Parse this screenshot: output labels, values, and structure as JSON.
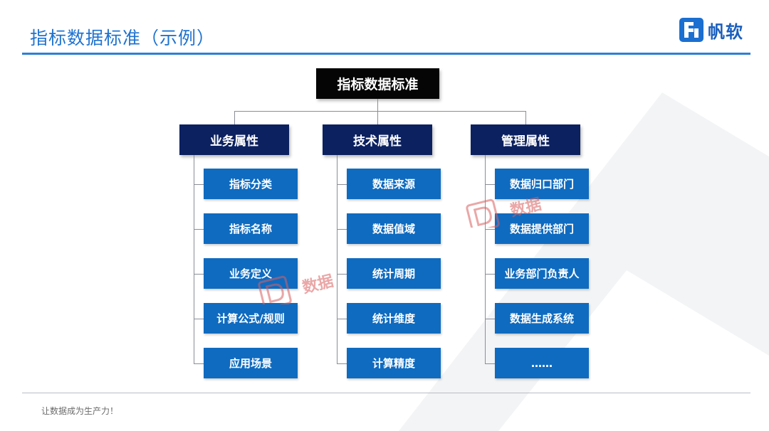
{
  "header": {
    "title": "指标数据标准（示例）",
    "brand": "帆软",
    "brand_icon": "fanruan-logo-icon",
    "accent_color": "#1f73cf"
  },
  "diagram": {
    "root": "指标数据标准",
    "categories": [
      {
        "label": "业务属性",
        "items": [
          "指标分类",
          "指标名称",
          "业务定义",
          "计算公式/规则",
          "应用场景"
        ]
      },
      {
        "label": "技术属性",
        "items": [
          "数据来源",
          "数据值域",
          "统计周期",
          "统计维度",
          "计算精度"
        ]
      },
      {
        "label": "管理属性",
        "items": [
          "数据归口部门",
          "数据提供部门",
          "业务部门负责人",
          "数据生成系统",
          "……"
        ]
      }
    ],
    "colors": {
      "root": "#050505",
      "category": "#0c2160",
      "item": "#0f6bc0",
      "connector": "#8a8e96"
    }
  },
  "watermark": {
    "text": "数据",
    "icon": "d-seal-icon",
    "color": "#d96060"
  },
  "footer": {
    "slogan": "让数据成为生产力！"
  }
}
